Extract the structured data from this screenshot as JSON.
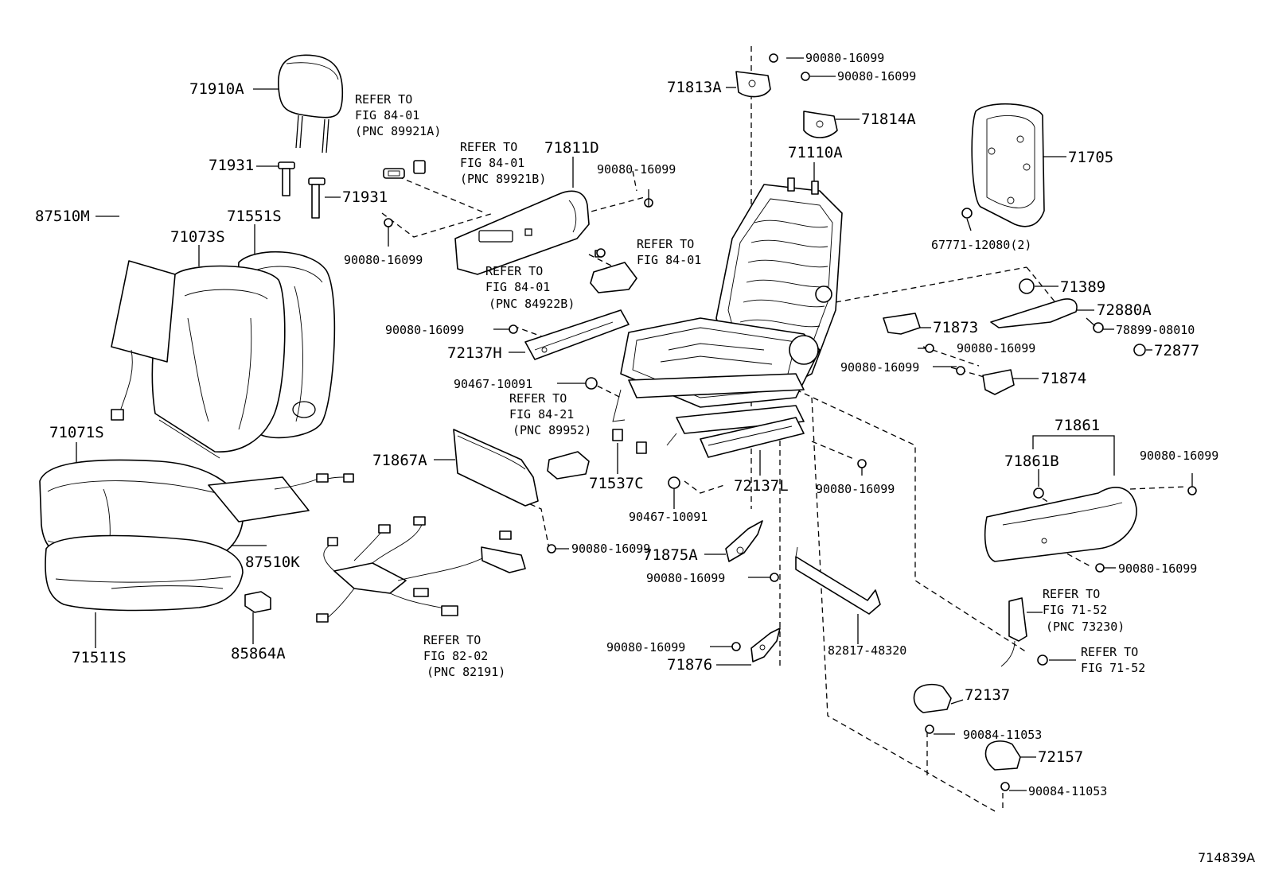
{
  "diagram": {
    "code": "714839A",
    "labels": {
      "l71910A": "71910A",
      "l71931a": "71931",
      "l71931b": "71931",
      "l71551S": "71551S",
      "l71073S": "71073S",
      "l87510M": "87510M",
      "l71071S": "71071S",
      "l87510K": "87510K",
      "l71511S": "71511S",
      "l85864A": "85864A",
      "l71811D": "71811D",
      "l72137H": "72137H",
      "l71867A": "71867A",
      "l71537C": "71537C",
      "l71813A": "71813A",
      "l71814A": "71814A",
      "l71110A": "71110A",
      "l71705": "71705",
      "l71389": "71389",
      "l72880A": "72880A",
      "l71873": "71873",
      "l72877": "72877",
      "l71874": "71874",
      "l71861": "71861",
      "l71861B": "71861B",
      "l72137L": "72137L",
      "l71875A": "71875A",
      "l71876": "71876",
      "l72137": "72137",
      "l72157": "72157"
    },
    "small": {
      "s1": "90080-16099",
      "s2": "90080-16099",
      "s3": "90080-16099",
      "s4": "90080-16099",
      "s5": "90080-16099",
      "s6": "90080-16099",
      "s7": "90467-10091",
      "s8": "90467-10091",
      "s9": "90080-16099",
      "s10": "90080-16099",
      "s11": "90080-16099",
      "s12": "90080-16099",
      "s13": "90080-16099",
      "s14": "90080-16099",
      "s15": "90080-16099",
      "s16": "90080-16099",
      "s17": "67771-12080(2)",
      "s18": "78899-08010",
      "s19": "82817-48320",
      "s20": "90084-11053",
      "s21": "90084-11053"
    },
    "refs": {
      "r1a": "REFER TO",
      "r1b": "FIG 84-01",
      "r1c": "(PNC 89921A)",
      "r2a": "REFER TO",
      "r2b": "FIG 84-01",
      "r2c": "(PNC 89921B)",
      "r3a": "REFER TO",
      "r3b": "FIG 84-01",
      "r4a": "REFER TO",
      "r4b": "FIG 84-01",
      "r4c": "(PNC 84922B)",
      "r5a": "REFER TO",
      "r5b": "FIG 84-21",
      "r5c": "(PNC 89952)",
      "r6a": "REFER TO",
      "r6b": "FIG 82-02",
      "r6c": "(PNC 82191)",
      "r7a": "REFER TO",
      "r7b": "FIG 71-52",
      "r7c": "(PNC 73230)",
      "r8a": "REFER TO",
      "r8b": "FIG 71-52"
    }
  }
}
